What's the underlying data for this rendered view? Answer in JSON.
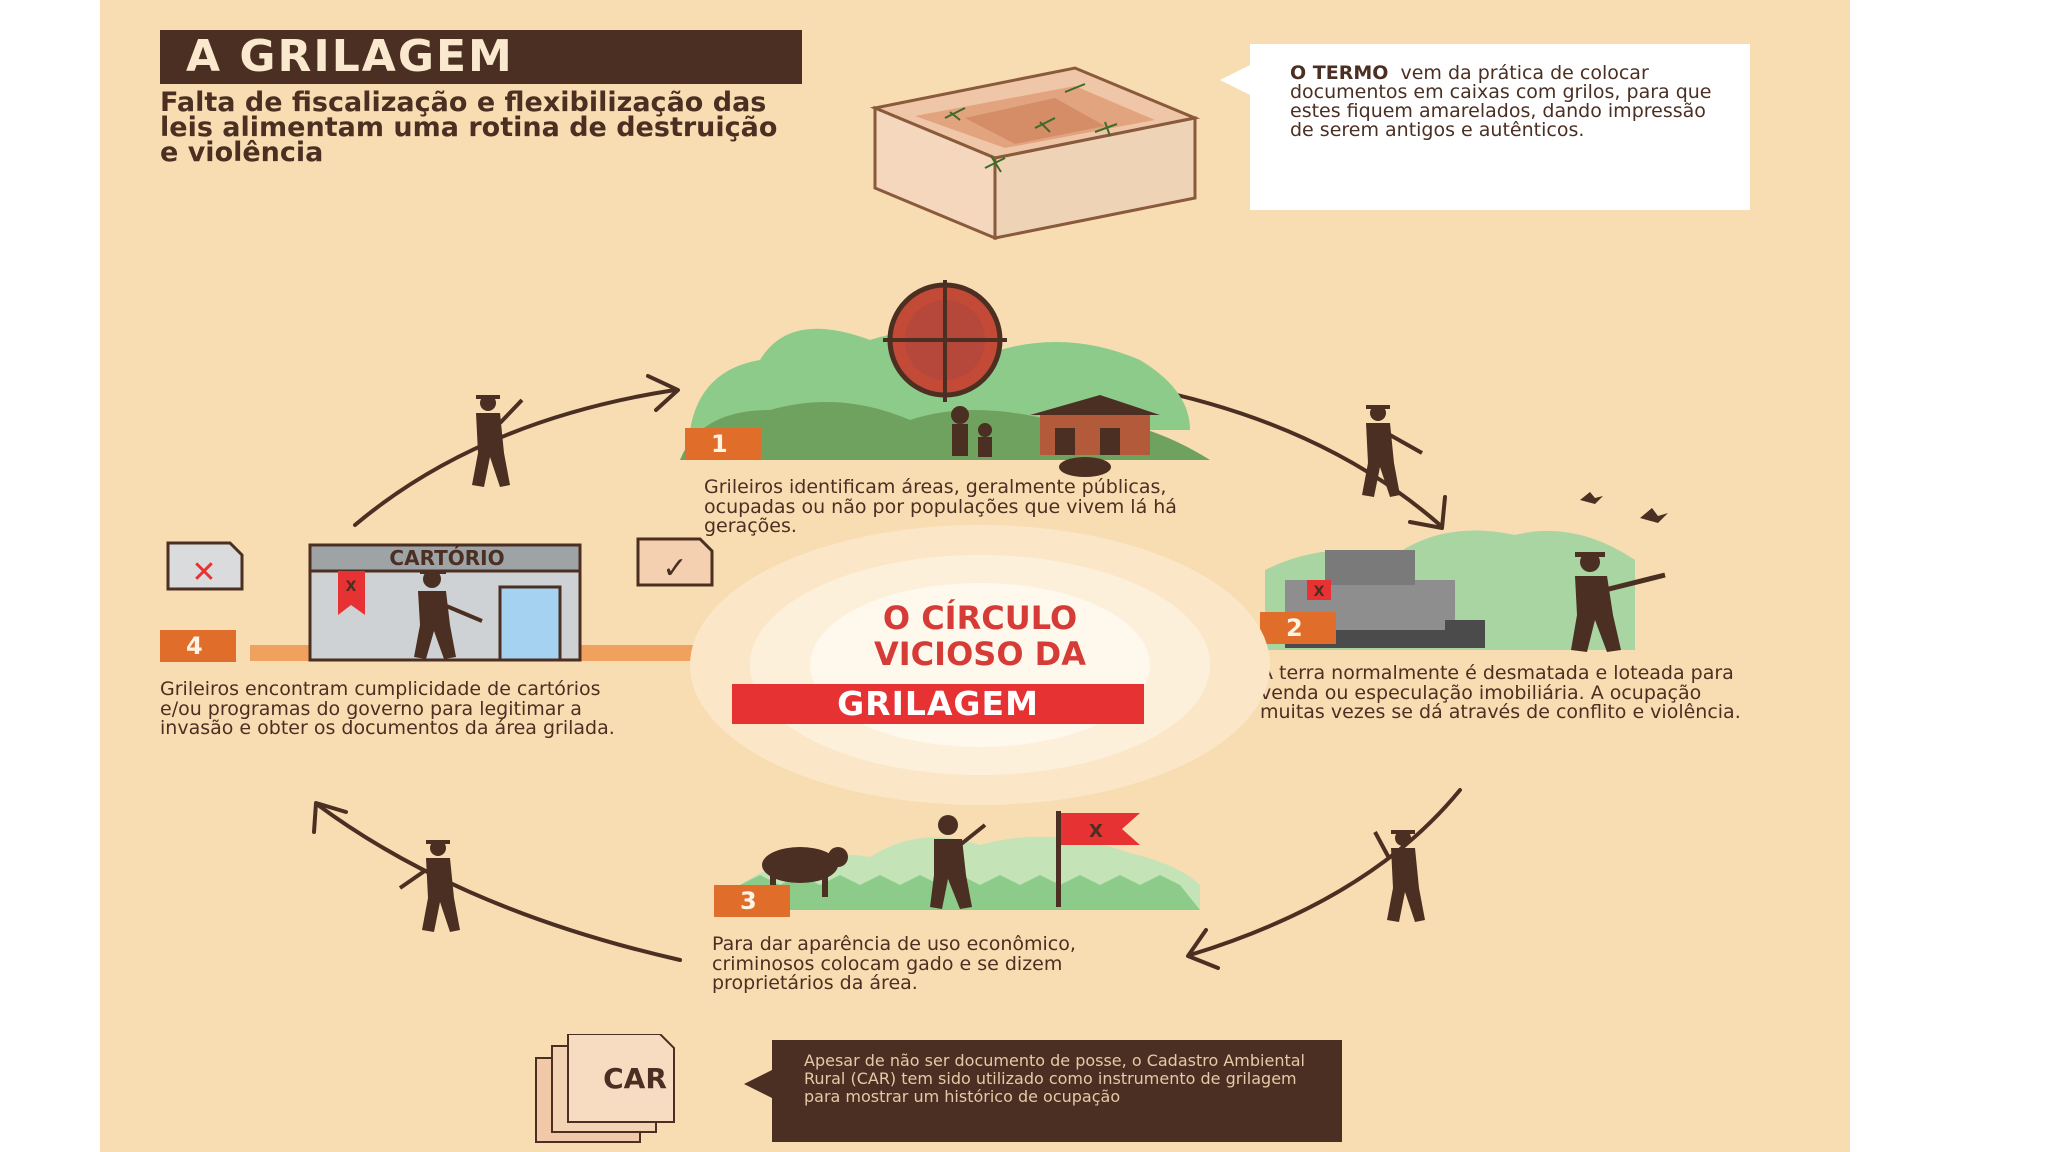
{
  "header": {
    "title": "A GRILAGEM",
    "subtitle": "Falta de fiscalização e flexibilização das leis alimentam uma rotina de destruição e violência"
  },
  "termo": {
    "bold": "O TERMO",
    "text": "vem da prática de colocar documentos em caixas com grilos, para que estes fiquem amarelados, dando impressão de serem antigos e autênticos."
  },
  "center": {
    "line1": "O CÍRCULO",
    "line2": "VICIOSO DA",
    "line3": "GRILAGEM"
  },
  "steps": [
    {
      "number": "1",
      "text": "Grileiros identificam áreas, geralmente públicas, ocupadas ou não por populações que vivem lá há gerações."
    },
    {
      "number": "2",
      "text": "A terra normalmente é desmatada e loteada para venda ou especulação imobiliária. A ocupação muitas vezes se dá através de conflito e violência."
    },
    {
      "number": "3",
      "text": "Para dar aparência de uso econômico, criminosos colocam gado e se dizem proprietários da área."
    },
    {
      "number": "4",
      "text": "Grileiros encontram cumplicidade de cartórios e/ou programas do governo para legitimar a invasão e obter os documentos da área grilada."
    }
  ],
  "cartorio_label": "CARTÓRIO",
  "car": {
    "label": "CAR",
    "note": "Apesar de não ser documento de posse, o Cadastro Ambiental Rural (CAR) tem sido utilizado como instrumento de grilagem para mostrar um histórico de ocupação"
  },
  "icons": {
    "reject": "x-mark-icon",
    "approve": "check-mark-icon",
    "target": "crosshair-target-icon"
  },
  "colors": {
    "background": "#f8ddb2",
    "dark_brown": "#4b2f22",
    "orange": "#e06d2a",
    "red": "#e63232",
    "green": "#6fa15f"
  }
}
